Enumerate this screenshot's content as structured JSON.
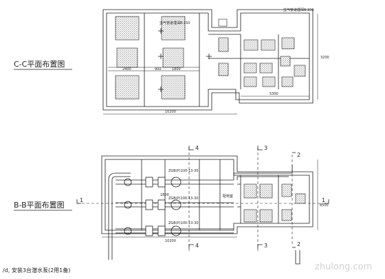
{
  "plan_cc": {
    "title": "C-C平面布置图",
    "pipe_note_left": "虫气管道埋深8:150",
    "pipe_note_right": "虫气管道埋深8:150",
    "dim_1800": "1800",
    "dim_2400": "2400",
    "dim_900": "900",
    "dim_5300": "5300",
    "dim_3200": "3200",
    "dim_total": "10200"
  },
  "plan_bb": {
    "title": "B-B平面布置图",
    "pump_label_1": "ZGB(P)100-13-30",
    "pump_label_2": "ZGB(P)100-13-30",
    "pump_label_3": "ZGB(P)100-13-30",
    "dim_1800": "1800",
    "dim_total": "10200",
    "dim_side": "8500",
    "room_label": "配电室",
    "section_4_top": "4",
    "section_3_top": "3",
    "section_4_bottom": "4",
    "section_3_bottom": "3",
    "section_2_top": "2",
    "section_2_bottom": "2",
    "section_1_left": "1",
    "section_1_right": "1"
  },
  "footnote": "/d, 安装3台潜水泵(2用1备)",
  "watermark": "zhulong.com",
  "colors": {
    "line": "#1a1a1a",
    "hatch": "#555555",
    "background": "#ffffff"
  }
}
